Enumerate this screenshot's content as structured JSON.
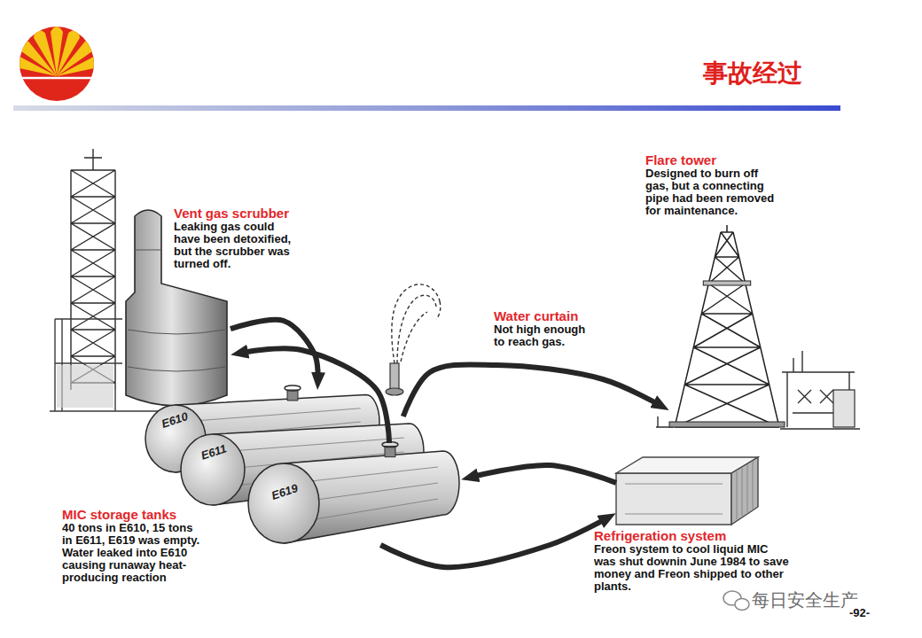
{
  "diagram": {
    "title": "事故经过",
    "nodes": [
      {
        "text": [
          "Vent gas scrubber",
          "Leaking gas could have been detoxified, but the scrubber was turned off."
        ]
      },
      {
        "text": [
          "Flare tower",
          "Designed to burn off gas, but a connecting pipe had been removed for maintenance."
        ]
      },
      {
        "text": [
          "Water curtain",
          "Not high enough to reach gas."
        ]
      },
      {
        "text": [
          "MIC storage tanks",
          "40 tons in E610, 15 tons in E611, E619 was empty. Water leaked into E610 causing runaway heat-producing reaction"
        ]
      },
      {
        "text": [
          "E610"
        ],
        "in": 3
      },
      {
        "text": [
          "E611"
        ],
        "in": 3
      },
      {
        "text": [
          "E619"
        ],
        "in": 3
      },
      {
        "text": [
          "Refrigeration system",
          "Freon system to cool liquid MIC was shut downin June 1984 to save money and Freon shipped to other plants."
        ]
      }
    ],
    "edges": [
      {
        "from": 6,
        "to": 0,
        "arrow": "to"
      },
      {
        "from": 0,
        "to": 4,
        "arrow": "to"
      },
      {
        "from": 5,
        "to": 1,
        "arrow": "to"
      },
      {
        "from": 6,
        "to": 7,
        "arrow": "to"
      },
      {
        "from": 7,
        "to": 6,
        "arrow": "to"
      }
    ],
    "labels": [
      "每日安全生产",
      "-92-"
    ]
  }
}
